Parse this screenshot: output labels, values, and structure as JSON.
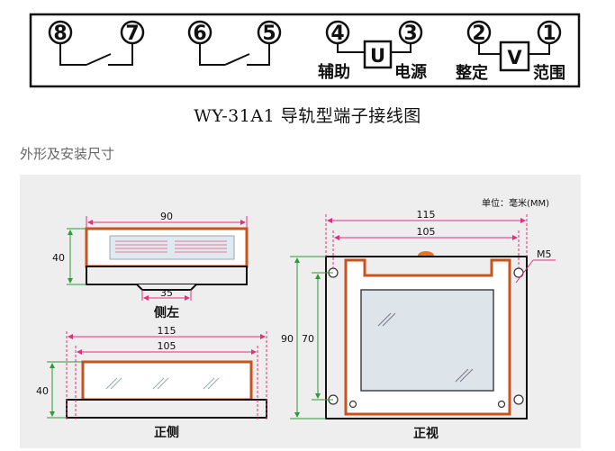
{
  "wiring": {
    "terminals": [
      "8",
      "7",
      "6",
      "5",
      "4",
      "3",
      "2",
      "1"
    ],
    "meter_u": "U",
    "meter_v": "V",
    "label_aux": "辅助",
    "label_power": "电源",
    "label_setting": "整定",
    "label_range": "范围"
  },
  "title": "WY-31A1 导轨型端子接线图",
  "section_heading": "外形及安装尺寸",
  "drawing": {
    "unit_note": "单位：毫米(MM)",
    "side_left": {
      "width": "90",
      "height": "40",
      "rail": "35",
      "caption": "侧左"
    },
    "front_side": {
      "outer": "115",
      "inner": "105",
      "height": "40",
      "caption": "正侧"
    },
    "front_view": {
      "outer": "115",
      "inner": "105",
      "height_outer": "90",
      "height_inner": "70",
      "screw": "M5",
      "caption": "正视"
    }
  },
  "colors": {
    "frame": "#c9531e",
    "ink": "#111111",
    "dim_line": "#e0307a",
    "dim_arrow_green": "#2e9b3a",
    "panel": "#eeeeee"
  }
}
